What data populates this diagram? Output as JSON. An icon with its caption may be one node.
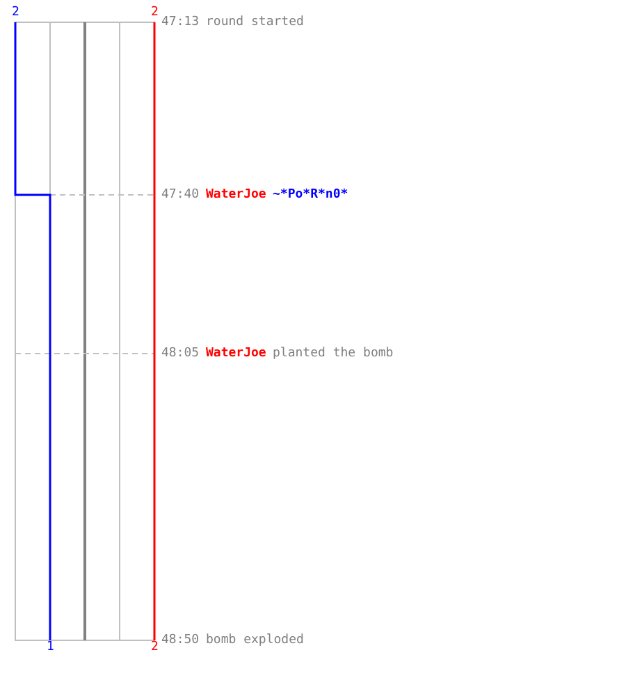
{
  "diagram": {
    "labels": [
      "2",
      "2",
      "47:13",
      "round started",
      "47:40",
      "WaterJoe",
      "~*Po*R*n0*",
      "48:05",
      "WaterJoe",
      "planted the bomb",
      "1",
      "2",
      "48:50",
      "bomb exploded"
    ]
  }
}
